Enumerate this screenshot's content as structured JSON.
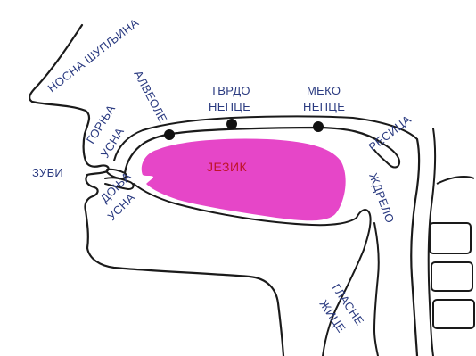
{
  "diagram": {
    "colors": {
      "outline": "#1a1a1a",
      "label": "#2a3a80",
      "tongue_fill": "#e646c8",
      "tongue_label": "#c0142a",
      "point": "#111111"
    },
    "labels": {
      "nasal_cavity": "НОСНА ШУПЉИНА",
      "upper_lip_1": "ГОРЊА",
      "upper_lip_2": "УСНА",
      "alveoli": "АЛВЕОЛЕ",
      "hard_palate_1": "ТВРДО",
      "hard_palate_2": "НЕПЦЕ",
      "soft_palate_1": "МЕКО",
      "soft_palate_2": "НЕПЦЕ",
      "uvula": "РЕСИЦА",
      "teeth": "ЗУБИ",
      "tongue": "ЈЕЗИК",
      "lower_lip_1": "ДОЊА",
      "lower_lip_2": "УСНА",
      "pharynx": "ЖДРЕЛО",
      "vocal_cords_1": "ГЛАСНЕ",
      "vocal_cords_2": "ЖИЦЕ"
    }
  }
}
